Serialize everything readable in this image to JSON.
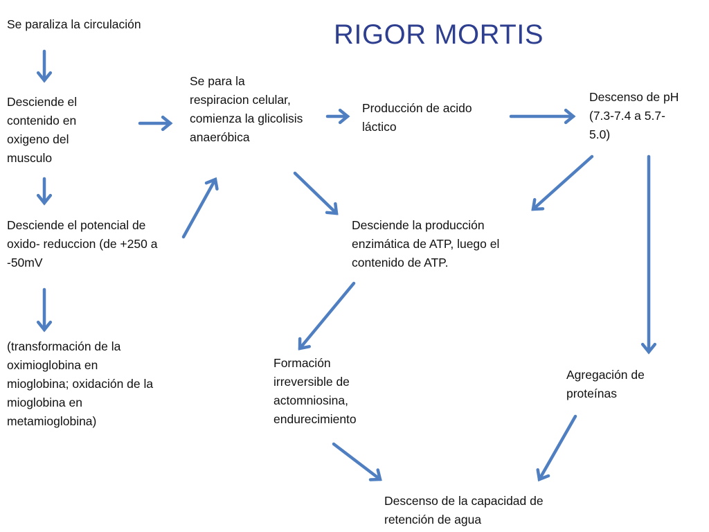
{
  "title": "RIGOR MORTIS",
  "nodes": {
    "circulacion": "Se paraliza la circulación",
    "oxigeno": "Desciende el contenido en oxigeno del musculo",
    "potencial": "Desciende el potencial de oxido- reduccion (de +250 a -50mV",
    "transformacion": "(transformación de la oximioglobina en mioglobina; oxidación de la mioglobina en metamioglobina)",
    "respiracion": "Se para la respiracion celular, comienza la glicolisis anaeróbica",
    "acido": "Producción de acido láctico",
    "ph": "Descenso de pH (7.3-7.4 a 5.7-5.0)",
    "atp": "Desciende la producción enzimática de ATP, luego el contenido de ATP.",
    "actomiosina": "Formación irreversible de actomniosina, endurecimiento",
    "proteinas": "Agregación de proteínas",
    "agua": "Descenso de la capacidad de retención de agua"
  },
  "colors": {
    "title": "#2f3f8f",
    "arrow": "#4f7fc1",
    "text": "#111111"
  }
}
